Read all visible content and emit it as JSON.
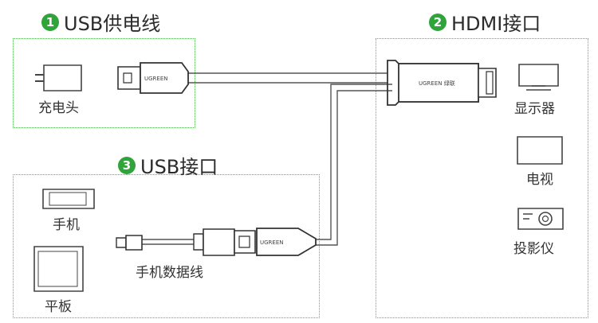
{
  "colors": {
    "accent": "#2ea43a",
    "cable": "#555555",
    "border": "#58b358"
  },
  "headings": {
    "usb_power": {
      "number": "1",
      "label": "USB供电线"
    },
    "hdmi": {
      "number": "2",
      "label": "HDMI接口"
    },
    "usb_port": {
      "number": "3",
      "label": "USB接口"
    }
  },
  "labels": {
    "charger": "充电头",
    "monitor": "显示器",
    "tv": "电视",
    "projector": "投影仪",
    "phone": "手机",
    "tablet": "平板",
    "phone_cable": "手机数据线"
  },
  "brand": {
    "usb_plug": "UGREEN",
    "hdmi_plug": "UGREEN 绿联",
    "adapter": "UGREEN"
  }
}
